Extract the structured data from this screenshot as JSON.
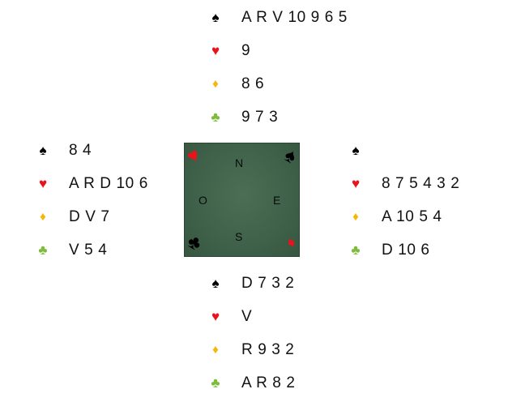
{
  "hands": {
    "north": {
      "spades": "A R V 10 9 6 5",
      "hearts": "9",
      "diamonds": "8 6",
      "clubs": "9 7 3"
    },
    "west": {
      "spades": "8 4",
      "hearts": "A R D 10 6",
      "diamonds": "D V 7",
      "clubs": "V 5 4"
    },
    "east": {
      "spades": "",
      "hearts": "8 7 5 4 3 2",
      "diamonds": "A 10 5 4",
      "clubs": "D 10 6"
    },
    "south": {
      "spades": "D 7 3 2",
      "hearts": "V",
      "diamonds": "R 9 3 2",
      "clubs": "A R 8 2"
    }
  },
  "suits": {
    "spade": "♠",
    "heart": "♥",
    "diamond": "♦",
    "club": "♣"
  },
  "table": {
    "north": "N",
    "south": "S",
    "west": "O",
    "east": "E",
    "corner_top_left": "♥",
    "corner_top_right": "♠",
    "corner_bottom_left": "♣",
    "corner_bottom_right": "♦"
  },
  "colors": {
    "spade": "#000000",
    "heart": "#e8141b",
    "diamond": "#f5b50a",
    "club": "#7dbb3b",
    "table_felt": "#3f6149"
  }
}
